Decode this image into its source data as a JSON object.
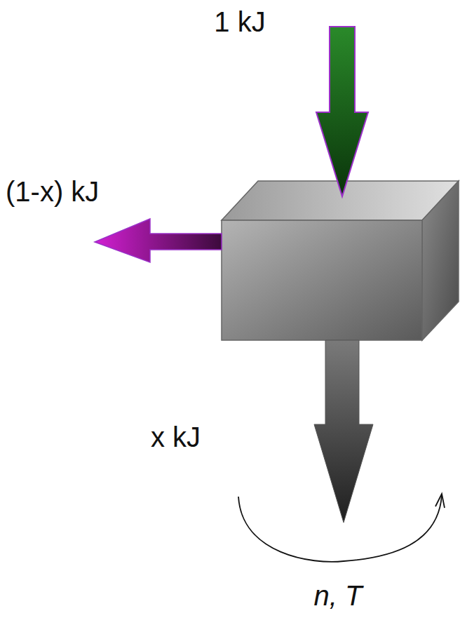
{
  "diagram": {
    "labels": [
      "1 kJ",
      "(1-x) kJ",
      "x kJ",
      "n, T"
    ]
  }
}
